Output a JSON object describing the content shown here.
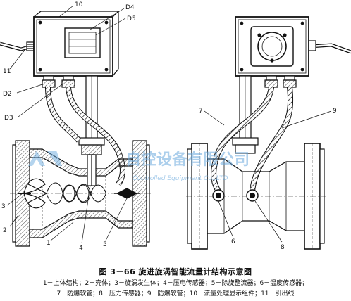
{
  "callouts": {
    "c10": "10",
    "cD4": "D4",
    "cD5": "D5",
    "c11": "11",
    "cD2": "D2",
    "cD3": "D3",
    "c3": "3",
    "c2": "2",
    "c1": "1",
    "c4": "4",
    "c5": "5",
    "c7": "7",
    "c9": "9",
    "c6": "6",
    "c8": "8"
  },
  "watermark": {
    "text": "自控设备有限公司",
    "sub": "Controlled Equipment Co.,LTD"
  },
  "caption": {
    "title": "图 3－66   旋进旋涡智能流量计结构示意图",
    "legend_line1": "1－上体结构；2－壳体；3－旋涡发生体；4－压电传感器；5－除旋整流器；6－温度传感器；",
    "legend_line2": "7－防爆软管；8－压力传感器；9－防爆软管；10－流量处理显示组件；11－引出线"
  },
  "colors": {
    "ink": "#111111",
    "watermark": "#6aa9dd"
  }
}
